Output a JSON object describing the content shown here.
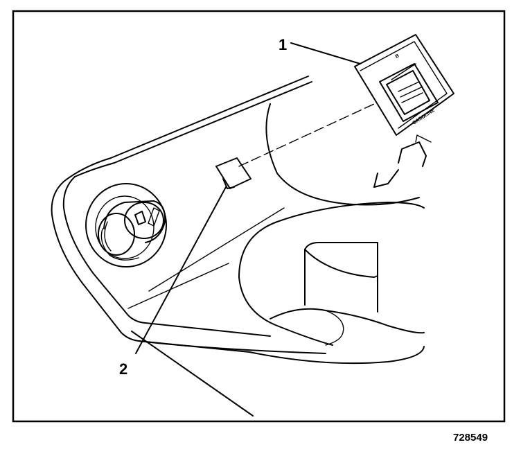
{
  "callouts": [
    {
      "id": "1",
      "label": "1"
    },
    {
      "id": "2",
      "label": "2"
    }
  ],
  "label_insert": {
    "letter": "B",
    "text": "GASOLINE"
  },
  "figure_number": "728549"
}
